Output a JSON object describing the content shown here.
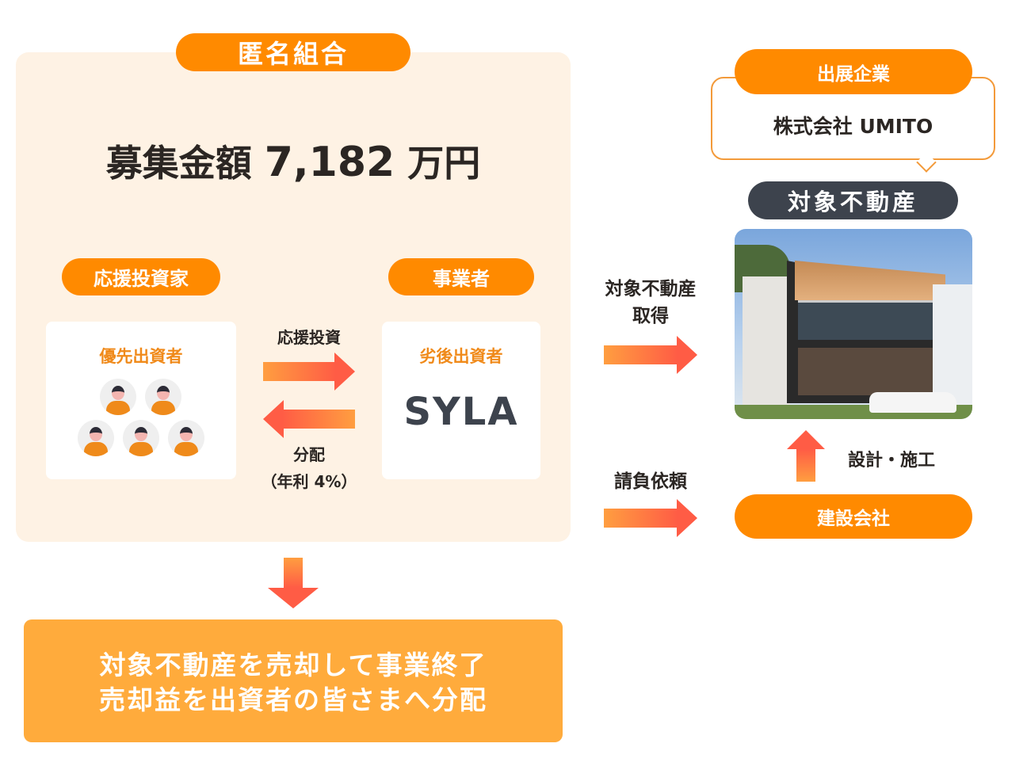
{
  "fund": {
    "title": "匿名組合",
    "amount_label": "募集金額",
    "amount_value": "7,182",
    "amount_unit": "万円"
  },
  "investors": {
    "header": "応援投資家",
    "card_title": "優先出資者"
  },
  "operator": {
    "header": "事業者",
    "card_title": "劣後出資者",
    "logo": "SYLA"
  },
  "flows": {
    "invest": "応援投資",
    "distribute": "分配",
    "rate": "（年利 4%）"
  },
  "right": {
    "acquire_line1": "対象不動産",
    "acquire_line2": "取得",
    "contract": "請負依頼",
    "construction": "設計・施工"
  },
  "exhibitor": {
    "header": "出展企業",
    "company": "株式会社 UMITO"
  },
  "property": {
    "label": "対象不動産"
  },
  "builder": {
    "label": "建設会社"
  },
  "outcome": {
    "line1": "対象不動産を売却して事業終了",
    "line2": "売却益を出資者の皆さまへ分配"
  },
  "colors": {
    "orange": "#ff8a00",
    "panel": "#fef2e4",
    "dark": "#3d434d",
    "outcome": "#ffab3c"
  }
}
